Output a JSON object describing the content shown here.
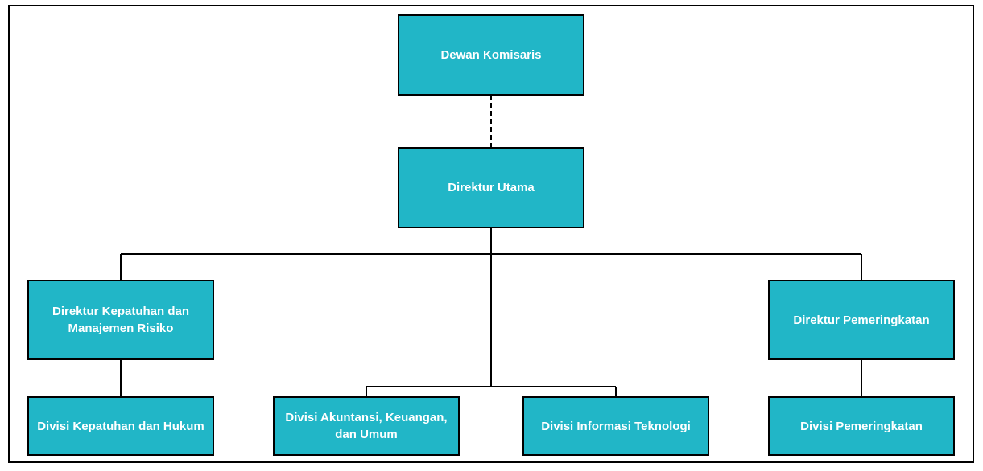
{
  "colors": {
    "box_fill": "#21B6C7",
    "line": "#000000"
  },
  "nodes": {
    "dewan_komisaris": "Dewan Komisaris",
    "direktur_utama": "Direktur Utama",
    "direktur_kepatuhan": "Direktur Kepatuhan dan Manajemen Risiko",
    "direktur_pemeringkatan": "Direktur Pemeringkatan",
    "divisi_kepatuhan": "Divisi Kepatuhan dan Hukum",
    "divisi_akuntansi": "Divisi Akuntansi, Keuangan, dan Umum",
    "divisi_it": "Divisi Informasi Teknologi",
    "divisi_pemeringkatan": "Divisi Pemeringkatan"
  }
}
